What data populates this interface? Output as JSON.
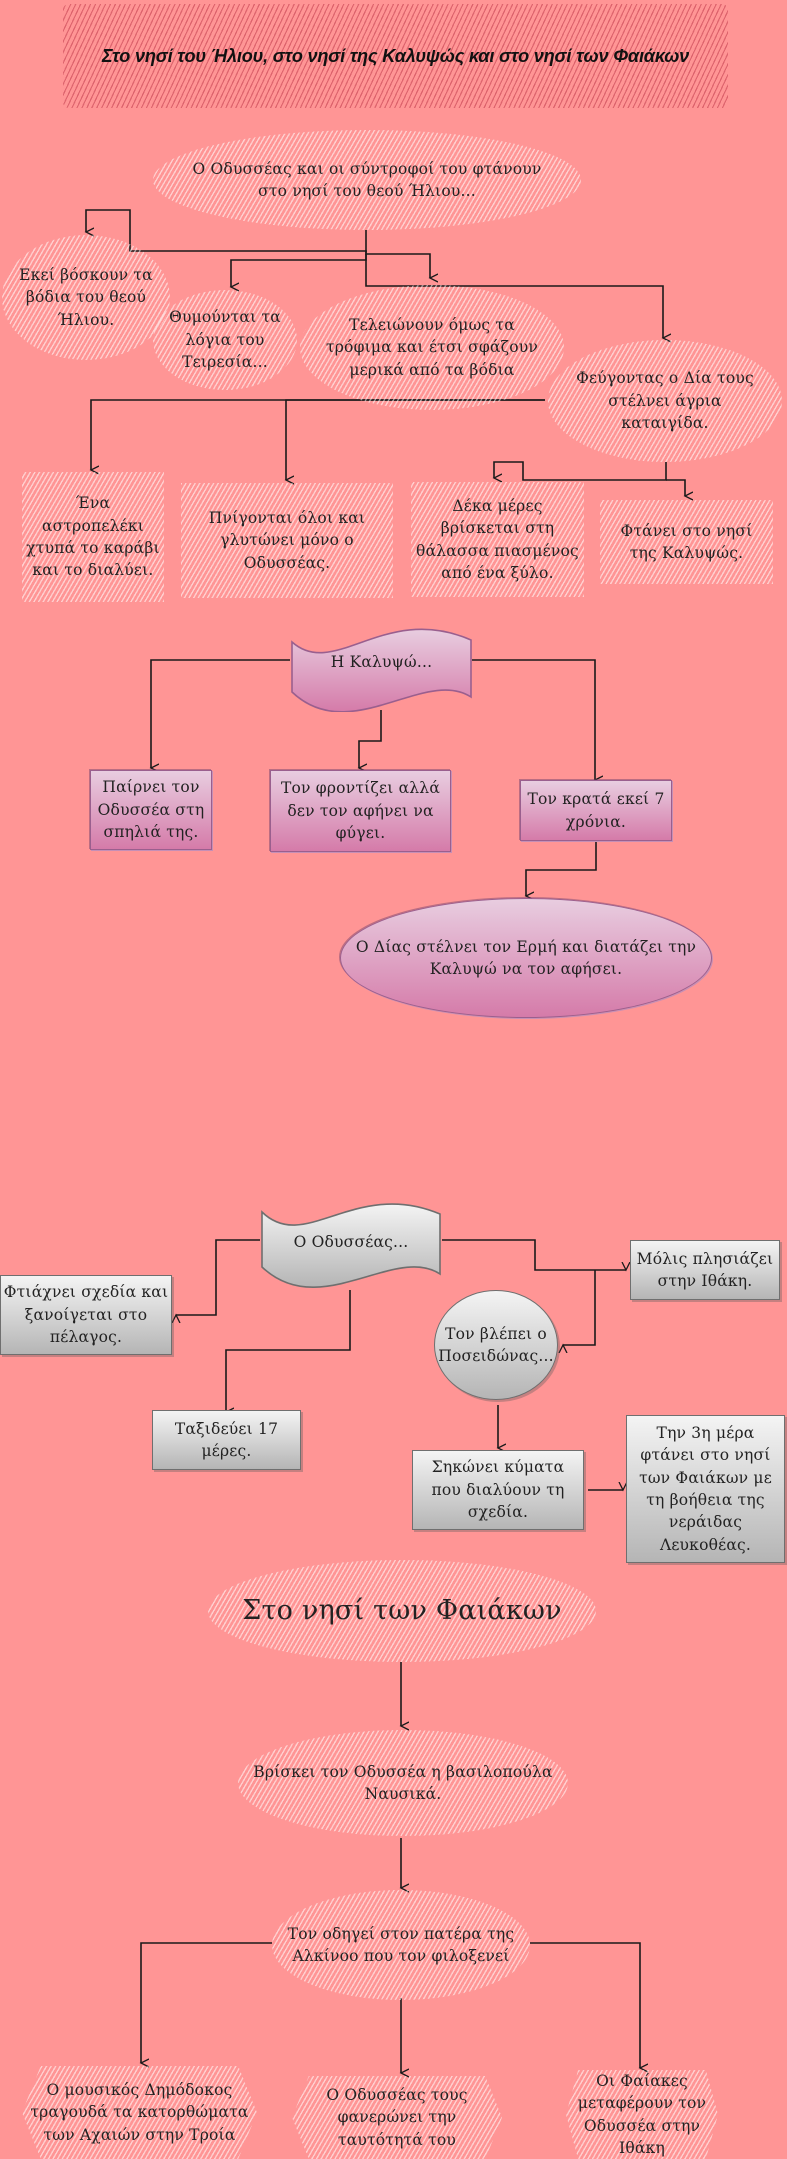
{
  "title": "Στο νησί του Ήλιου, στο νησί της Καλυψώς και στο νησί των Φαιάκων",
  "colors": {
    "background": "#ff9595",
    "pink_top": "#e8cde0",
    "pink_bottom": "#d57ba9",
    "grey_top": "#f4f4f4",
    "grey_bottom": "#b5b5b5",
    "line": "#1a1a1a"
  },
  "helios": {
    "root": "Ο Οδυσσέας και οι σύντροφοί του φτάνουν στο νησί του θεού Ήλιου...",
    "cattle": "Εκεί βόσκουν τα βόδια του θεού Ήλιου.",
    "remember": "Θυμούνται τα λόγια του Τειρεσία...",
    "food": "Τελειώνουν όμως τα τρόφιμα και έτσι σφάζουν μερικά από τα βόδια",
    "storm": "Φεύγοντας ο Δία τους στέλνει άγρια καταιγίδα.",
    "thunderbolt": "Ένα αστροπελέκι χτυπά το καράβι και το διαλύει.",
    "drown": "Πνίγονται όλοι και γλυτώνει μόνο ο Οδυσσέας.",
    "ten_days": "Δέκα μέρες βρίσκεται στη θάλασσα πιασμένος από ένα ξύλο.",
    "arrives": "Φτάνει στο νησί της Καλυψώς."
  },
  "calypso": {
    "root": "Η Καλυψώ...",
    "cave": "Παίρνει τον Οδυσσέα στη σπηλιά της.",
    "cares": "Τον φροντίζει αλλά δεν τον αφήνει να φύγει.",
    "keeps": "Τον κρατά εκεί 7 χρόνια.",
    "hermes": "Ο Δίας στέλνει τον Ερμή και διατάζει την Καλυψώ να τον αφήσει."
  },
  "odysseus": {
    "root": "Ο Οδυσσέας...",
    "raft": "Φτιάχνει σχεδία και ξανοίγεται στο πέλαγος.",
    "travels": "Ταξιδεύει 17 μέρες.",
    "ithaca": "Μόλις πλησιάζει στην Ιθάκη.",
    "poseidon": "Τον βλέπει ο Ποσειδώνας...",
    "waves": "Σηκώνει κύματα που διαλύουν τη σχεδία.",
    "third_day": "Την 3η μέρα φτάνει στο νησί των Φαιάκων με τη βοήθεια της νεράιδας Λευκοθέας."
  },
  "phaeacians": {
    "heading": "Στο νησί των Φαιάκων",
    "nausicaa": "Βρίσκει τον Οδυσσέα η βασιλοπούλα Ναυσικά.",
    "alcinous": "Τον οδηγεί στον πατέρα της Αλκίνοο που τον φιλοξενεί",
    "demodocus": "Ο μουσικός Δημόδοκος τραγουδά τα κατορθώματα των Αχαιών στην Τροία",
    "identity": "Ο Οδυσσέας τους φανερώνει την ταυτότητά του",
    "transport": "Οι Φαίακες μεταφέρουν τον Οδυσσέα στην Ιθάκη"
  }
}
